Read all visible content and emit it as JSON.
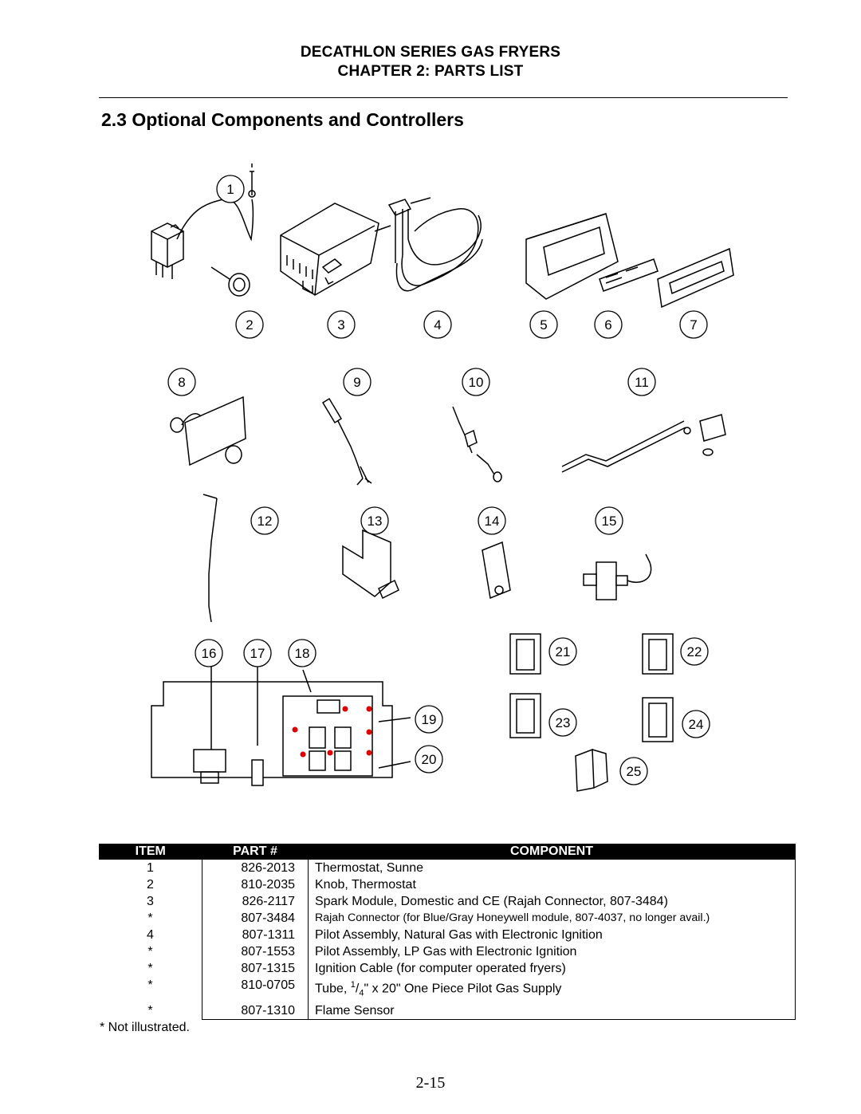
{
  "header": {
    "line1": "DECATHLON SERIES GAS FRYERS",
    "line2": "CHAPTER 2:  PARTS LIST"
  },
  "section": {
    "title": "2.3  Optional Components and Controllers"
  },
  "diagram": {
    "callouts": [
      "1",
      "2",
      "3",
      "4",
      "5",
      "6",
      "7",
      "8",
      "9",
      "10",
      "11",
      "12",
      "13",
      "14",
      "15",
      "16",
      "17",
      "18",
      "19",
      "20",
      "21",
      "22",
      "23",
      "24",
      "25"
    ]
  },
  "table": {
    "headers": {
      "item": "ITEM",
      "part": "PART #",
      "component": "COMPONENT"
    },
    "rows": [
      {
        "item": "1",
        "part": "826-2013",
        "component": "Thermostat, Sunne"
      },
      {
        "item": "2",
        "part": "810-2035",
        "component": "Knob, Thermostat"
      },
      {
        "item": "3",
        "part": "826-2117",
        "component": "Spark Module, Domestic and CE (Rajah Connector, 807-3484)"
      },
      {
        "item": "*",
        "part": "807-3484",
        "component": "Rajah Connector (for Blue/Gray Honeywell module, 807-4037, no longer avail.)"
      },
      {
        "item": "4",
        "part": "807-1311",
        "component": "Pilot Assembly, Natural Gas with Electronic Ignition"
      },
      {
        "item": "*",
        "part": "807-1553",
        "component": "Pilot Assembly, LP Gas with Electronic Ignition"
      },
      {
        "item": "*",
        "part": "807-1315",
        "component": "Ignition Cable (for computer operated fryers)"
      },
      {
        "item": "*",
        "part": "810-0705",
        "component_pre": "Tube, ",
        "component_num": "1",
        "component_den": "4",
        "component_post": "\" x 20\" One Piece Pilot Gas Supply"
      },
      {
        "item": "*",
        "part": "807-1310",
        "component": "Flame Sensor"
      }
    ]
  },
  "footnote": "* Not illustrated.",
  "page_number": "2-15"
}
